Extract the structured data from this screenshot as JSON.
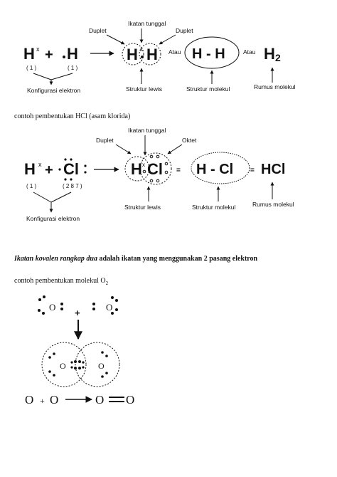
{
  "diagram1": {
    "reactant1": "H",
    "marker_x": "x",
    "plus": "+",
    "reactant2": "H",
    "config1": "( 1 )",
    "config2": "( 1 )",
    "config_label": "Konfigurasi elektron",
    "lewis_h1": "H",
    "lewis_h2": "H",
    "duplet_left": "Duplet",
    "duplet_right": "Duplet",
    "ikatan_tunggal": "Ikatan tunggal",
    "struktur_lewis": "Struktur lewis",
    "atau1": "Atau",
    "molecule_structure": "H - H",
    "struktur_molekul": "Struktur molekul",
    "atau2": "Atau",
    "formula_main": "H",
    "formula_sub": "2",
    "rumus_molekul": "Rumus molekul"
  },
  "caption_hcl": "contoh pembentukan  HCl (asam klorida)",
  "diagram2": {
    "reactant1": "H",
    "marker_x": "x",
    "plus": "+",
    "reactant2": "Cl",
    "config1": "( 1 )",
    "config2": "( 2 8 7 )",
    "config_label": "Konfigurasi elektron",
    "duplet": "Duplet",
    "ikatan_tunggal": "Ikatan tunggal",
    "oktet": "Oktet",
    "lewis_h": "H",
    "lewis_cl": "Cl",
    "equals1": "=",
    "molecule_structure": "H - Cl",
    "equals2": "=",
    "formula": "HCl",
    "struktur_lewis": "Struktur lewis",
    "struktur_molekul": "Struktur molekul",
    "rumus_molekul": "Rumus molekul"
  },
  "double_bond_def": {
    "italic": "Ikatan kovalen rangkap dua",
    "rest": " adalah  ikatan yang menggunakan  2 pasang elektron"
  },
  "caption_o2": {
    "main": "contoh pembentukan  molekul  O",
    "sub": "2"
  },
  "diagram3": {
    "o_left": "O",
    "o_right": "O",
    "plus": "+",
    "o_pair_left": "O",
    "o_pair_right": "O",
    "eq_o1": "O",
    "eq_plus": "+",
    "eq_o2": "O",
    "eq_o3": "O",
    "eq_o4": "O"
  }
}
